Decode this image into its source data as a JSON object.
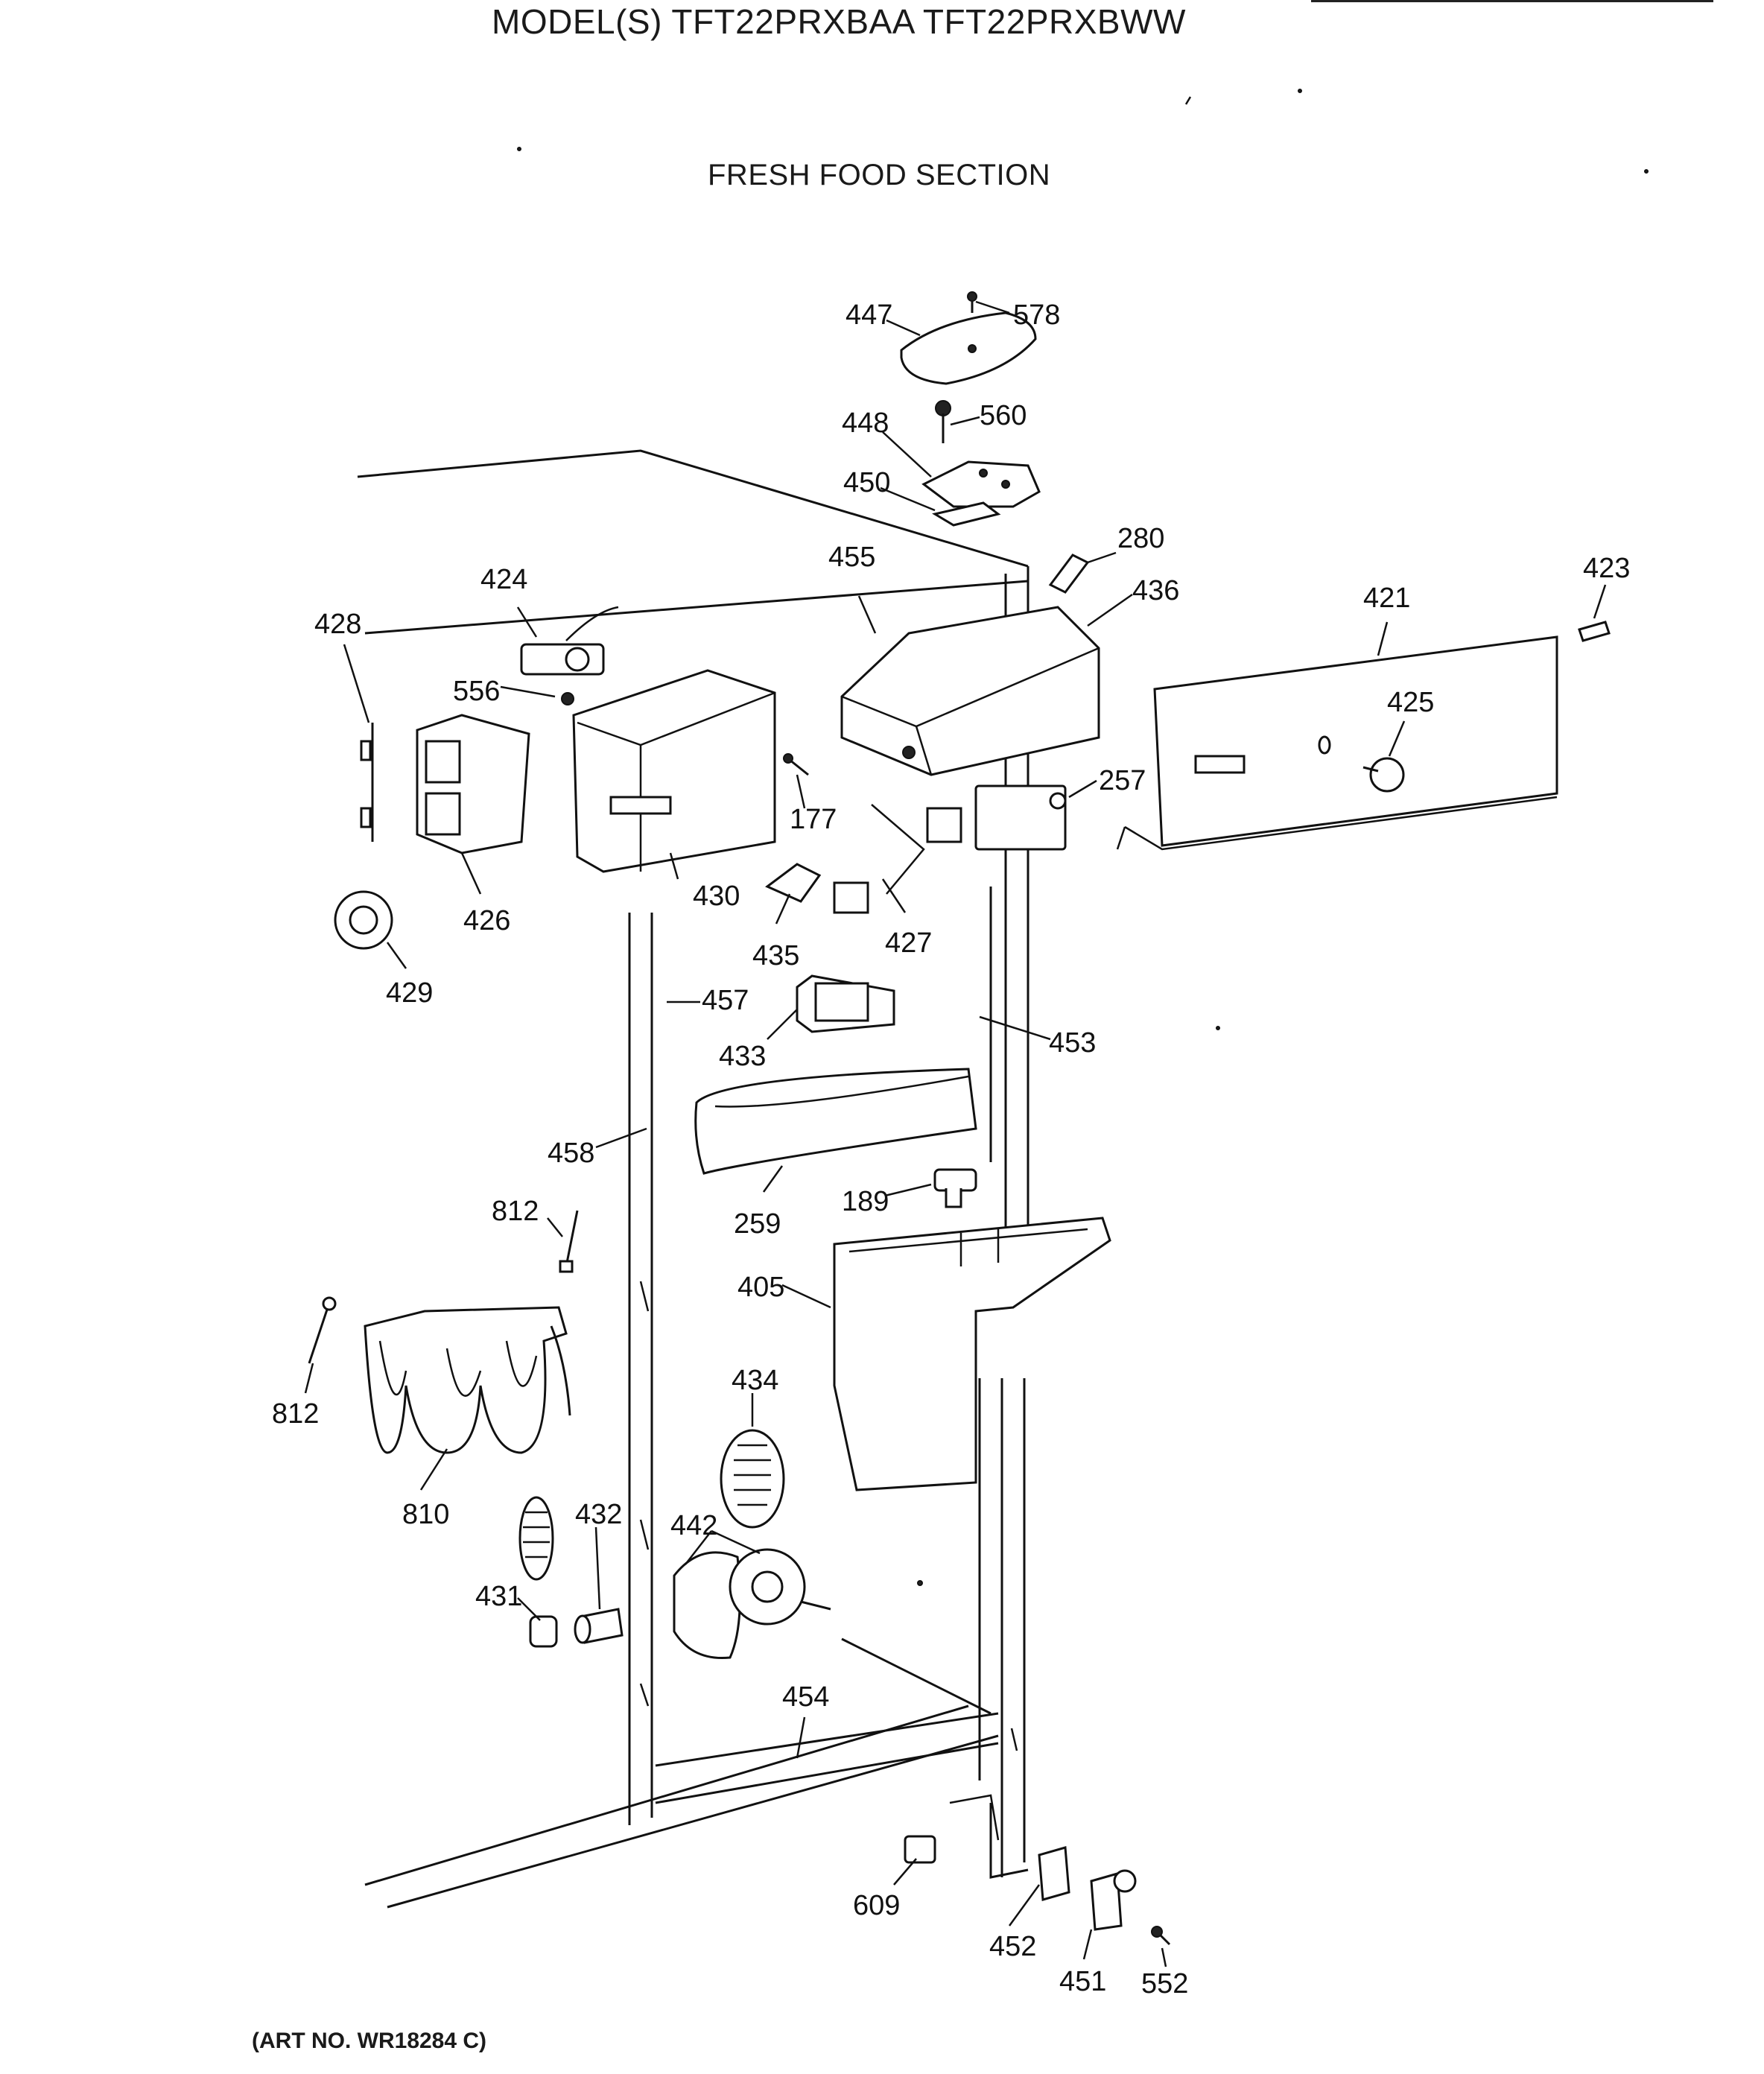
{
  "header": {
    "model_title": "MODEL(S) TFT22PRXBAA  TFT22PRXBWW",
    "section_title": "FRESH FOOD SECTION"
  },
  "footer": {
    "art_number": "(ART NO. WR18284 C)"
  },
  "part_labels": {
    "p578": "578",
    "p447": "447",
    "p560": "560",
    "p448": "448",
    "p450": "450",
    "p280": "280",
    "p455": "455",
    "p436": "436",
    "p423": "423",
    "p421": "421",
    "p424": "424",
    "p428": "428",
    "p556": "556",
    "p425": "425",
    "p257": "257",
    "p177": "177",
    "p430": "430",
    "p426": "426",
    "p427": "427",
    "p435": "435",
    "p429": "429",
    "p457": "457",
    "p453": "453",
    "p433": "433",
    "p458": "458",
    "p812a": "812",
    "p189": "189",
    "p259": "259",
    "p405": "405",
    "p812b": "812",
    "p434": "434",
    "p810": "810",
    "p432": "432",
    "p442": "442",
    "p431": "431",
    "p454": "454",
    "p609": "609",
    "p452": "452",
    "p451": "451",
    "p552": "552"
  }
}
